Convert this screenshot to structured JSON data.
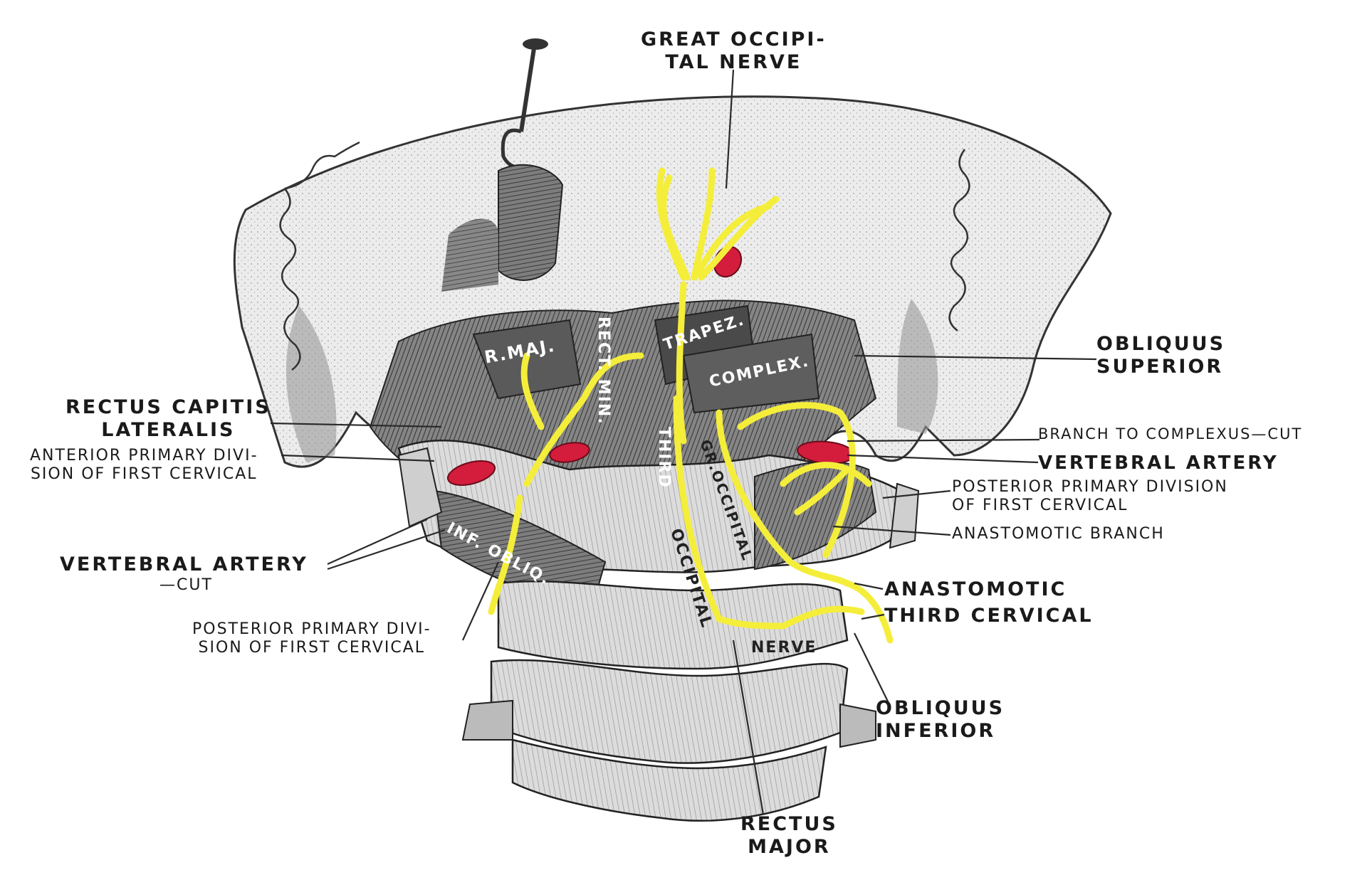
{
  "colors": {
    "nerve": "#f4ee3b",
    "artery": "#d41c3c",
    "bone": "#e9e9e9",
    "muscle": "#8a8a8a",
    "ink": "#1a1a1a"
  },
  "labels": {
    "great_occipital_nerve": [
      "GREAT OCCIPI-",
      "TAL NERVE"
    ],
    "rectus_capitis_lateralis": [
      "RECTUS CAPITIS",
      "LATERALIS"
    ],
    "anterior_primary_division": [
      "ANTERIOR PRIMARY DIVI-",
      "SION OF FIRST CERVICAL"
    ],
    "vertebral_artery_cut": [
      "VERTEBRAL ARTERY",
      "—CUT"
    ],
    "posterior_primary_division_left": [
      "POSTERIOR PRIMARY DIVI-",
      "SION OF FIRST CERVICAL"
    ],
    "obliquus_superior": [
      "OBLIQUUS",
      "SUPERIOR"
    ],
    "branch_to_complexus": "BRANCH TO COMPLEXUS—CUT",
    "vertebral_artery": "VERTEBRAL ARTERY",
    "posterior_primary_division_right": [
      "POSTERIOR PRIMARY DIVISION",
      "OF FIRST CERVICAL"
    ],
    "anastomotic_branch": "ANASTOMOTIC BRANCH",
    "anastomotic": "ANASTOMOTIC",
    "third_cervical": "THIRD CERVICAL",
    "obliquus_inferior": [
      "OBLIQUUS",
      "INFERIOR"
    ],
    "rectus_major": [
      "RECTUS",
      "MAJOR"
    ]
  },
  "inline": {
    "r_maj": "R.MAJ.",
    "rect_min": "RECT. MIN.",
    "trapez": "TRAPEZ.",
    "complex": "COMPLEX.",
    "third": "THIRD",
    "gr_occipital": "GR.OCCIPITAL",
    "occipital": "OCCIPITAL",
    "nerve": "NERVE",
    "inf_obliq": "INF. OBLIQ."
  }
}
